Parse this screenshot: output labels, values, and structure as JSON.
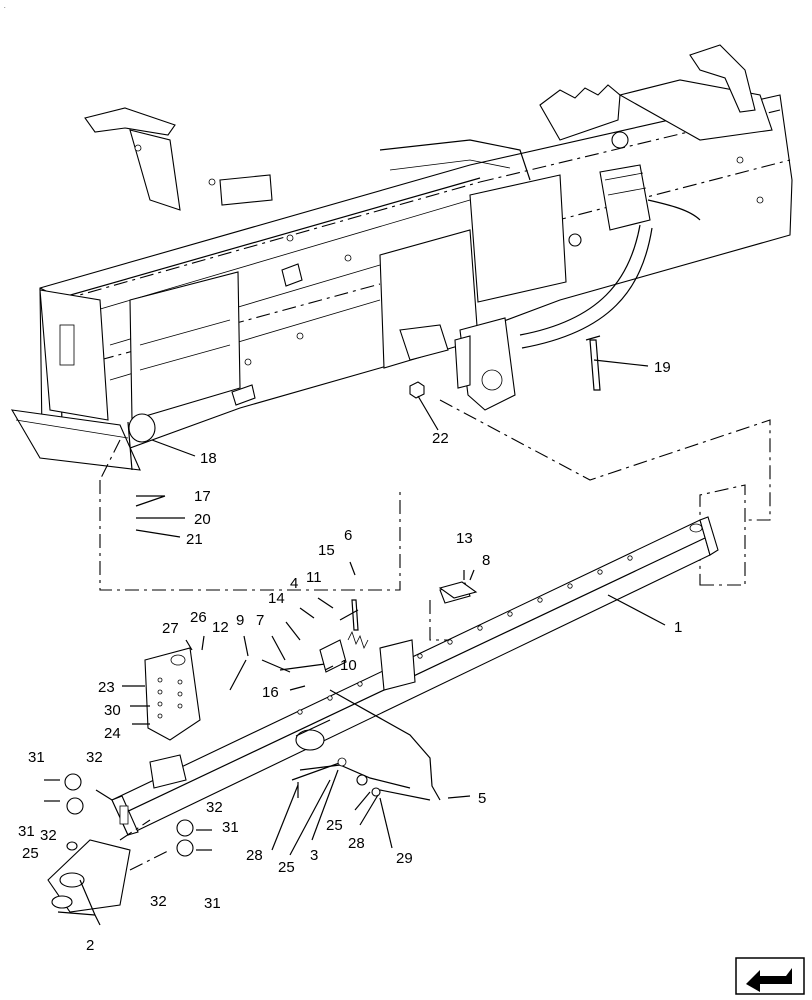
{
  "diagram": {
    "callouts": [
      {
        "id": "c1",
        "label": "1"
      },
      {
        "id": "c2",
        "label": "2"
      },
      {
        "id": "c3",
        "label": "3"
      },
      {
        "id": "c4",
        "label": "4"
      },
      {
        "id": "c5",
        "label": "5"
      },
      {
        "id": "c6",
        "label": "6"
      },
      {
        "id": "c7",
        "label": "7"
      },
      {
        "id": "c8",
        "label": "8"
      },
      {
        "id": "c9",
        "label": "9"
      },
      {
        "id": "c10",
        "label": "10"
      },
      {
        "id": "c11",
        "label": "11"
      },
      {
        "id": "c12",
        "label": "12"
      },
      {
        "id": "c13",
        "label": "13"
      },
      {
        "id": "c14",
        "label": "14"
      },
      {
        "id": "c15",
        "label": "15"
      },
      {
        "id": "c16",
        "label": "16"
      },
      {
        "id": "c17",
        "label": "17"
      },
      {
        "id": "c18",
        "label": "18"
      },
      {
        "id": "c19",
        "label": "19"
      },
      {
        "id": "c20",
        "label": "20"
      },
      {
        "id": "c21",
        "label": "21"
      },
      {
        "id": "c22",
        "label": "22"
      },
      {
        "id": "c23",
        "label": "23"
      },
      {
        "id": "c24",
        "label": "24"
      },
      {
        "id": "c25a",
        "label": "25"
      },
      {
        "id": "c25b",
        "label": "25"
      },
      {
        "id": "c25c",
        "label": "25"
      },
      {
        "id": "c26",
        "label": "26"
      },
      {
        "id": "c27",
        "label": "27"
      },
      {
        "id": "c28a",
        "label": "28"
      },
      {
        "id": "c28b",
        "label": "28"
      },
      {
        "id": "c29",
        "label": "29"
      },
      {
        "id": "c30",
        "label": "30"
      },
      {
        "id": "c31a",
        "label": "31"
      },
      {
        "id": "c31b",
        "label": "31"
      },
      {
        "id": "c31c",
        "label": "31"
      },
      {
        "id": "c31d",
        "label": "31"
      },
      {
        "id": "c32a",
        "label": "32"
      },
      {
        "id": "c32b",
        "label": "32"
      },
      {
        "id": "c32c",
        "label": "32"
      },
      {
        "id": "c32d",
        "label": "32"
      }
    ],
    "nav_icon": "arrow-nav-icon"
  }
}
